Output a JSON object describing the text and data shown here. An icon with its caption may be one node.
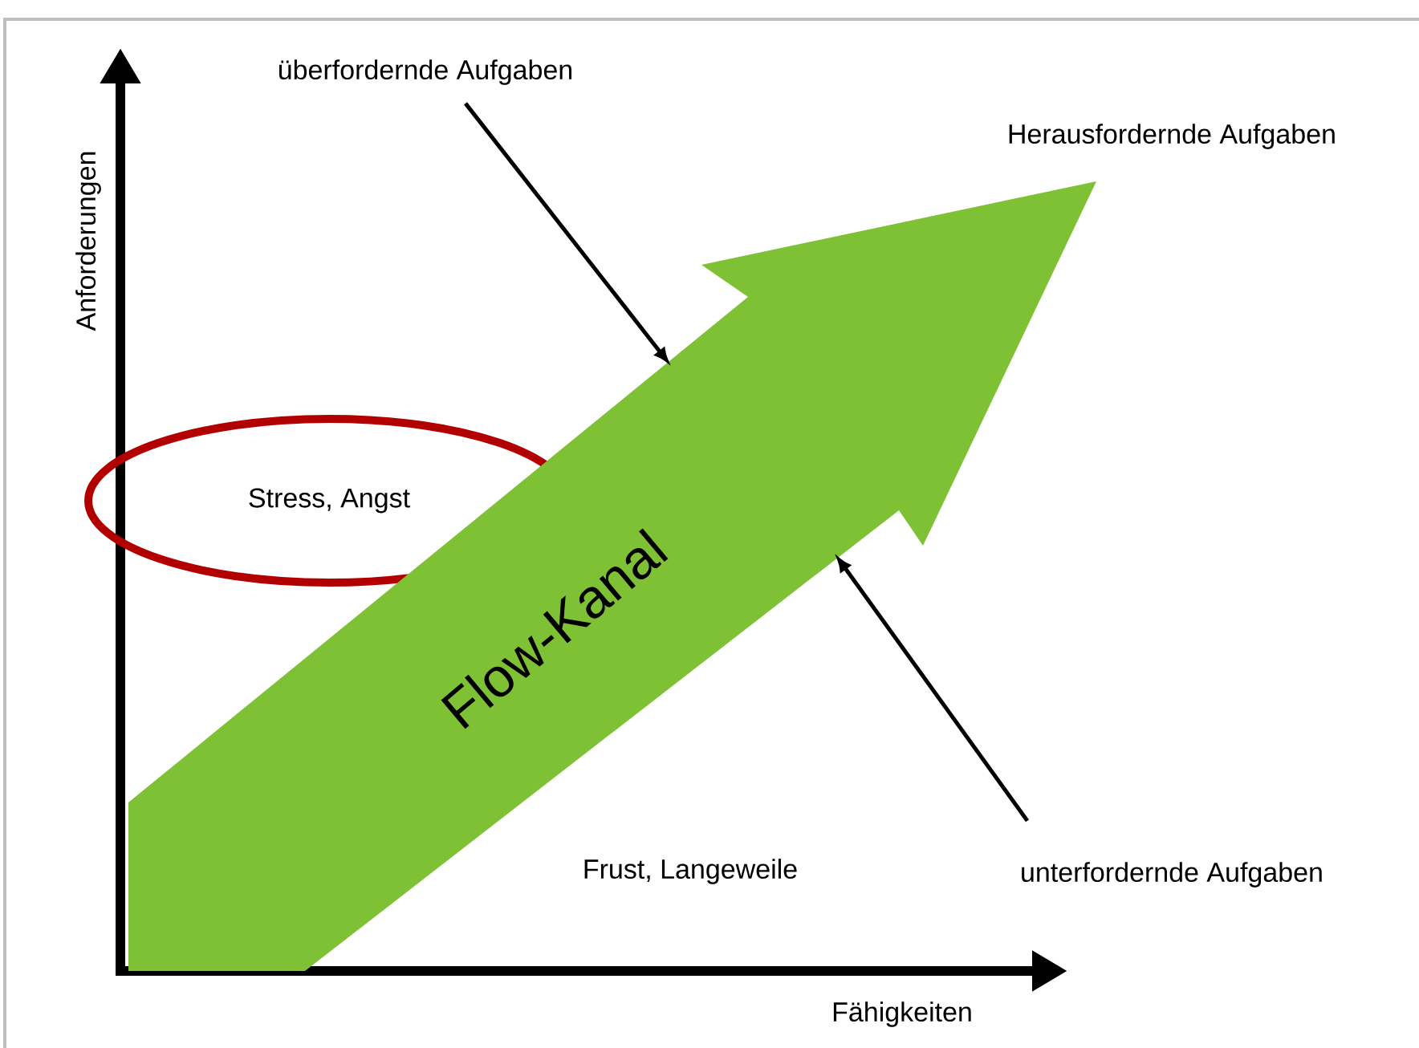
{
  "diagram": {
    "nodes": [
      {
        "text": [
          "überfordernde Aufgaben"
        ]
      },
      {
        "text": [
          "Stress, Angst"
        ]
      },
      {
        "text": [
          "Flow-Kanal"
        ]
      },
      {
        "text": [
          "unterfordernde Aufgaben"
        ]
      }
    ],
    "edges": [
      {
        "from": 0,
        "to": 2,
        "arrow": "to"
      },
      {
        "from": 3,
        "to": 2,
        "arrow": "to"
      }
    ],
    "labels": [
      "Herausfordernde Aufgaben",
      "Anforderungen",
      "Frust, Langeweile",
      "Fähigkeiten"
    ]
  }
}
